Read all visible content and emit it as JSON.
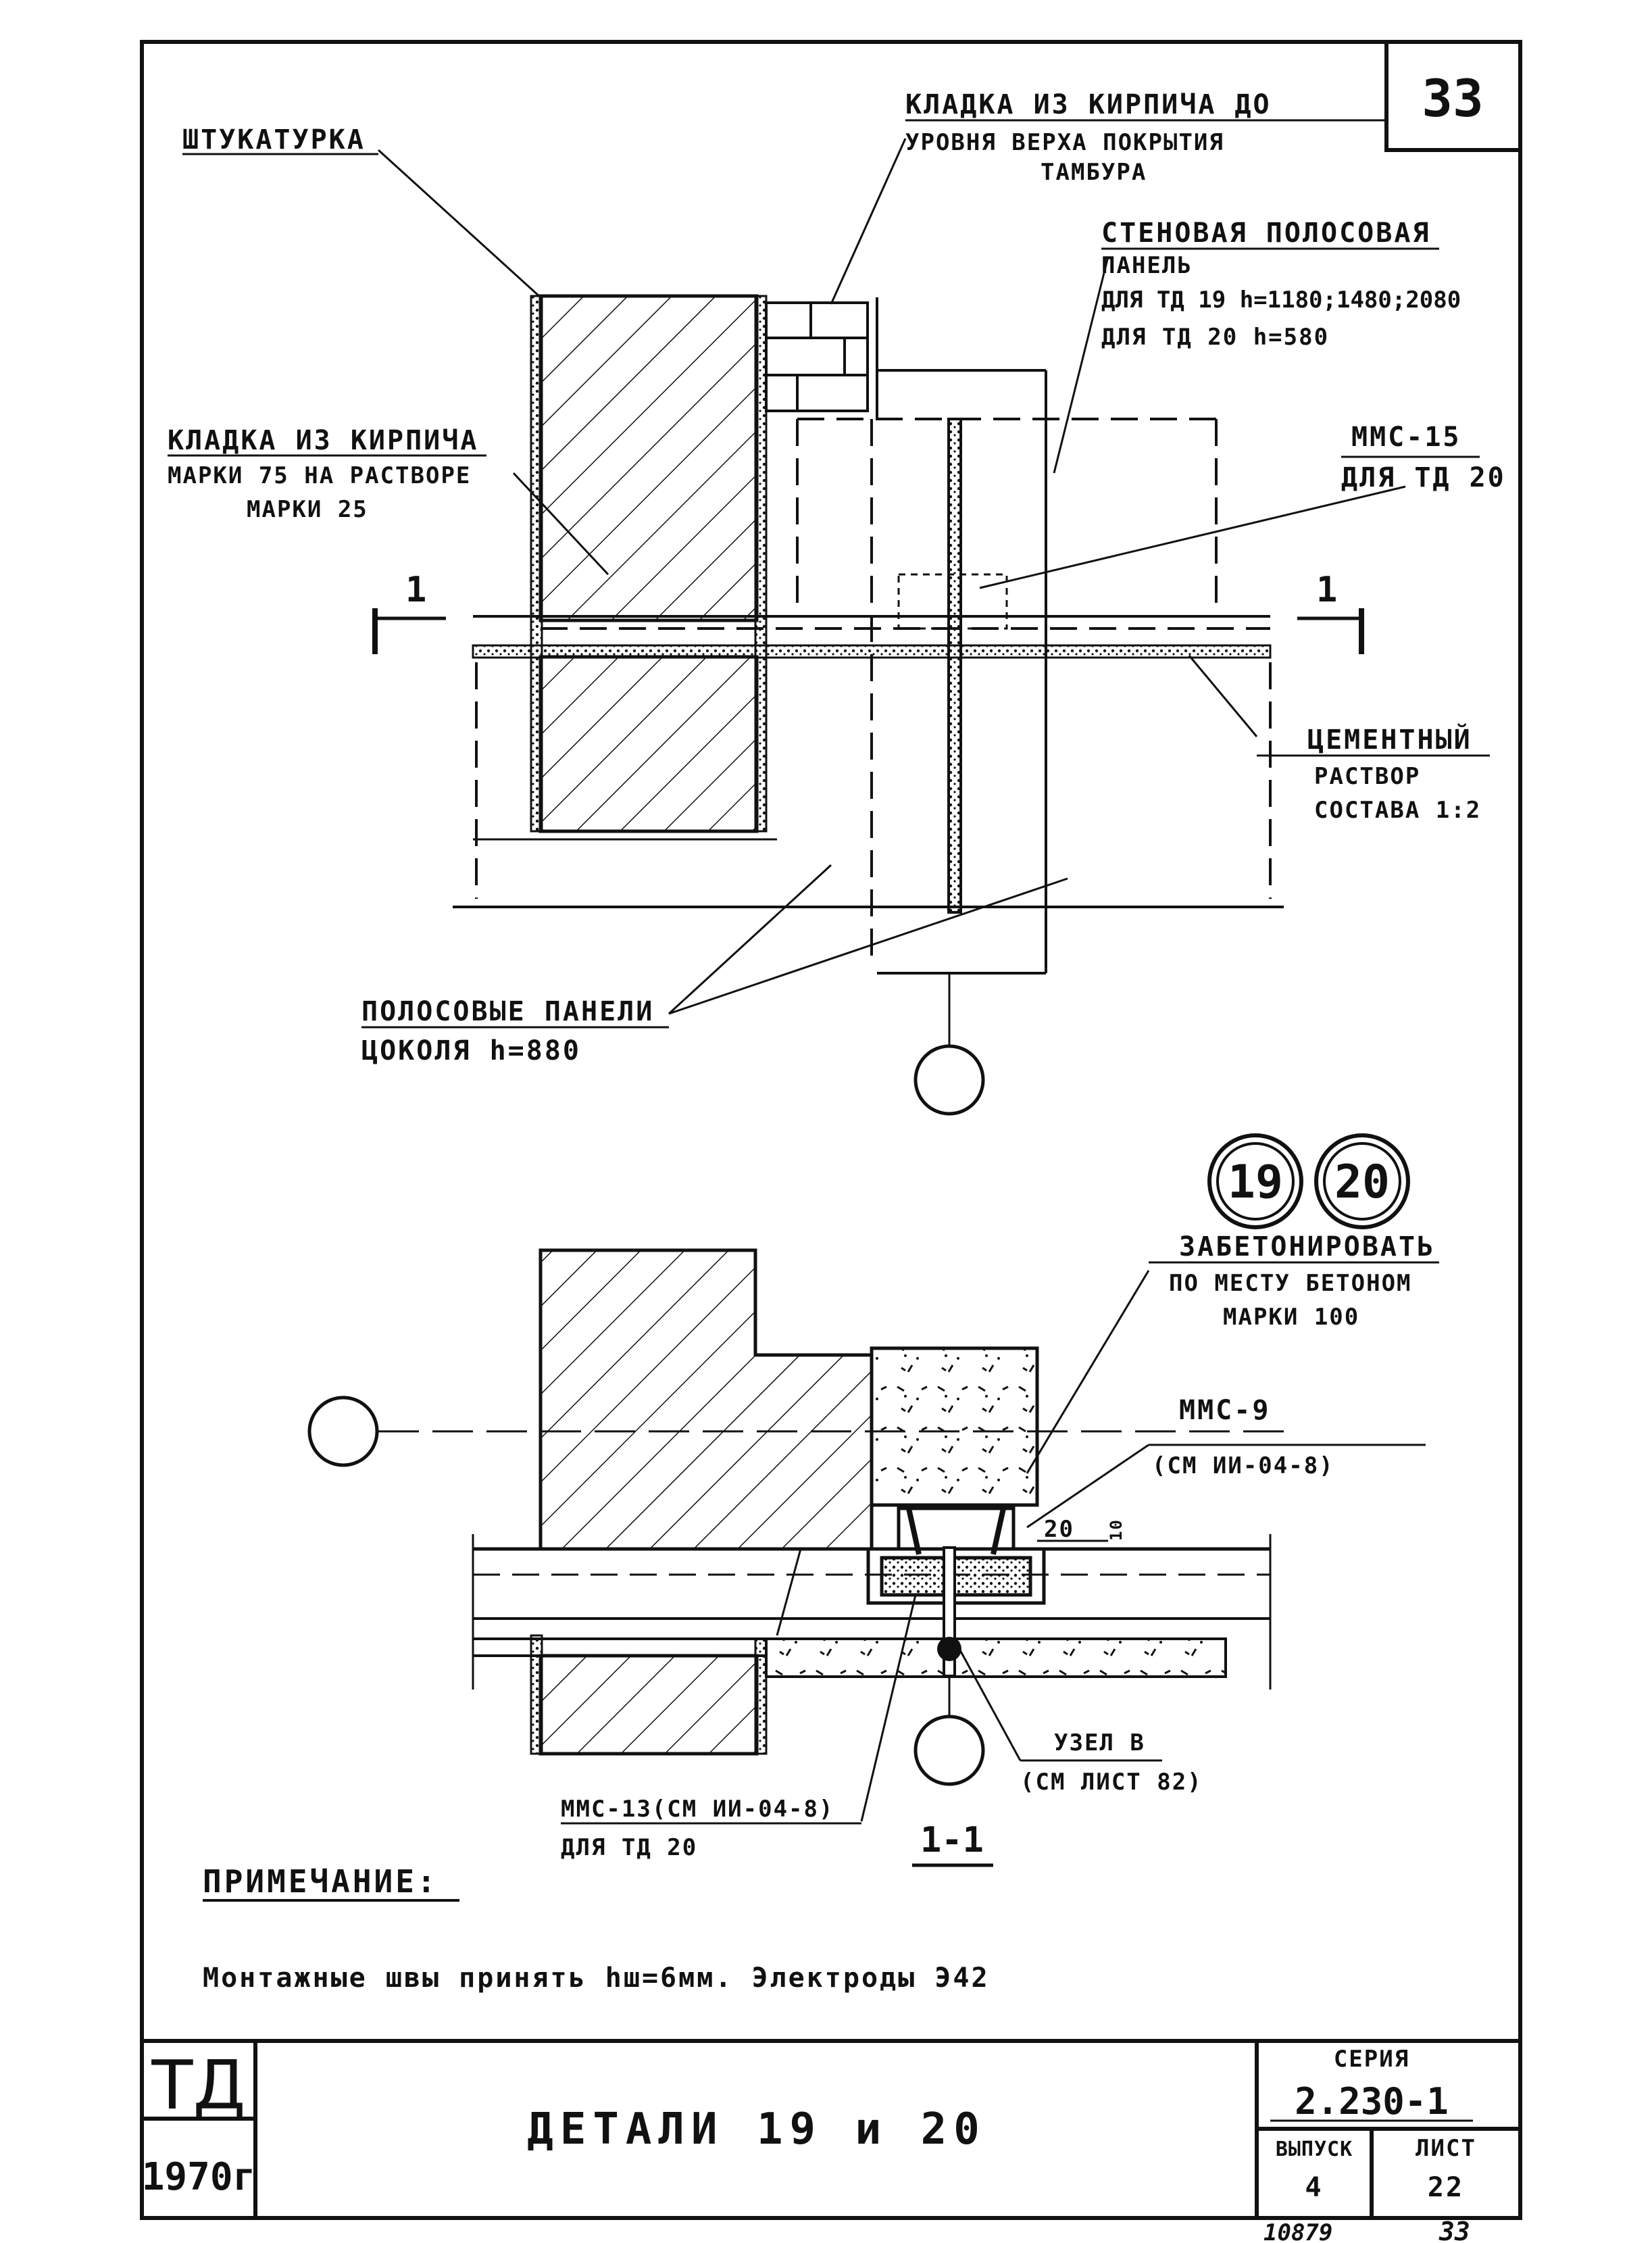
{
  "sheet_number": "33",
  "labels": {
    "plaster": "ШТУКАТУРКА",
    "brick_to_top_1": "КЛАДКА ИЗ КИРПИЧА ДО",
    "brick_to_top_2": "УРОВНЯ ВЕРХА ПОКРЫТИЯ",
    "brick_to_top_3": "ТАМБУРА",
    "wall_panel_1": "СТЕНОВАЯ ПОЛОСОВАЯ",
    "wall_panel_2": "ПАНЕЛЬ",
    "wall_panel_3": "ДЛЯ ТД 19 h=1180;1480;2080",
    "wall_panel_4": "ДЛЯ ТД 20 h=580",
    "masonry_1": "КЛАДКА ИЗ КИРПИЧА",
    "masonry_2": "МАРКИ 75 НА РАСТВОРЕ",
    "masonry_3": "МАРКИ 25",
    "mmc15_1": "ММС-15",
    "mmc15_2": "ДЛЯ ТД 20",
    "mortar_1": "ЦЕМЕНТНЫЙ",
    "mortar_2": "РАСТВОР",
    "mortar_3": "СОСТАВА 1:2",
    "plinth_1": "ПОЛОСОВЫЕ ПАНЕЛИ",
    "plinth_2": "ЦОКОЛЯ h=880",
    "concrete_1": "ЗАБЕТОНИРОВАТЬ",
    "concrete_2": "ПО МЕСТУ БЕТОНОМ",
    "concrete_3": "МАРКИ 100",
    "mmc9_1": "ММС-9",
    "mmc9_2": "(СМ ИИ-04-8)",
    "dim_20": "20",
    "dim_10": "10",
    "mmc13_1": "ММС-13(СМ ИИ-04-8)",
    "mmc13_2": "ДЛЯ ТД 20",
    "node_1": "УЗЕЛ В",
    "node_2": "(СМ ЛИСТ 82)",
    "section_label": "1-1",
    "cut_mark": "1"
  },
  "details": [
    "19",
    "20"
  ],
  "note": {
    "heading": "ПРИМЕЧАНИЕ:",
    "text": "Монтажные швы принять hш=6мм. Электроды Э42"
  },
  "title_block": {
    "logo": "ТД",
    "year": "1970г",
    "title": "ДЕТАЛИ 19 и 20",
    "series_label": "СЕРИЯ",
    "series_value": "2.230-1",
    "issue_label": "ВЫПУСК",
    "issue_value": "4",
    "sheet_label": "ЛИСТ",
    "sheet_value": "22"
  },
  "footer": {
    "archive_no": "10879",
    "page_no": "33"
  }
}
